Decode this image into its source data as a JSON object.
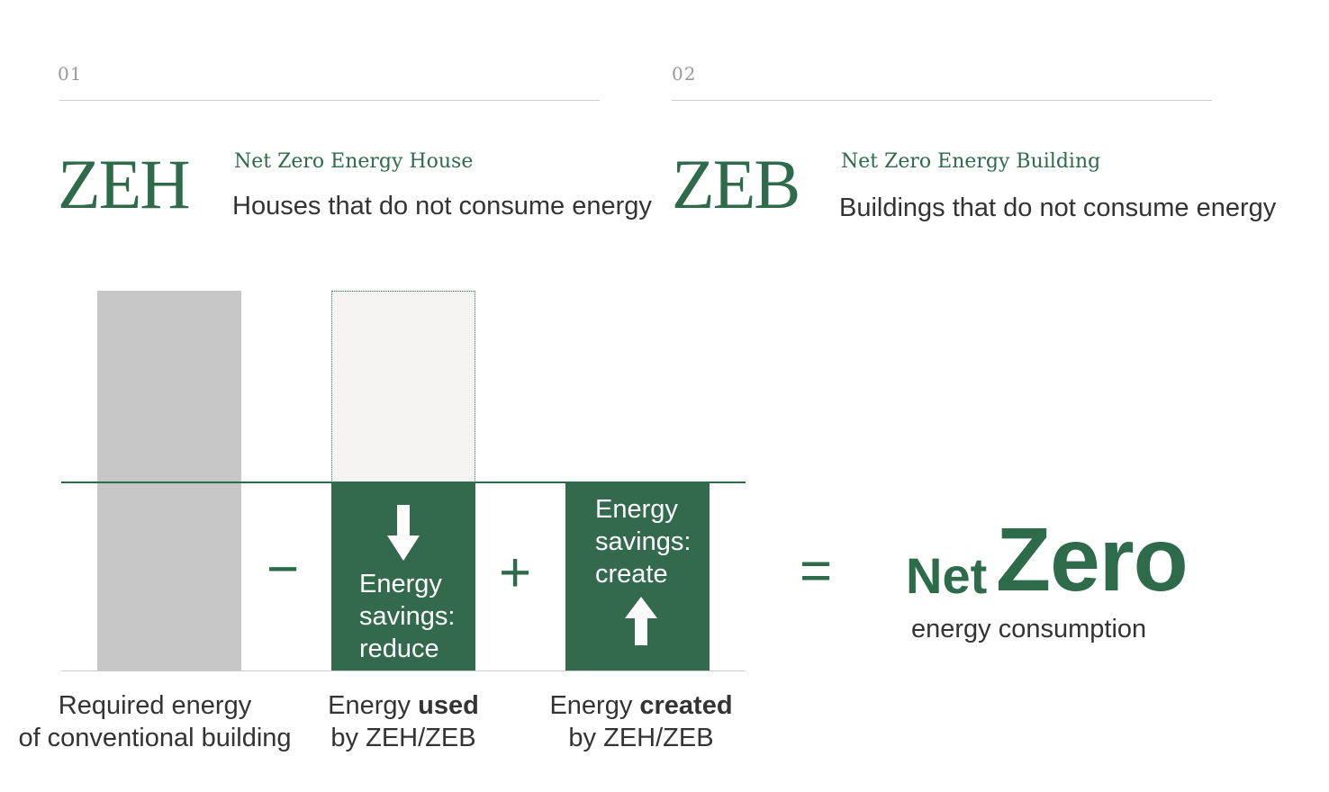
{
  "sections": [
    {
      "number": "01",
      "acronym": "ZEH",
      "full_name": "Net Zero Energy House",
      "description": "Houses that do not consume energy"
    },
    {
      "number": "02",
      "acronym": "ZEB",
      "full_name": "Net Zero Energy Building",
      "description": "Buildings that do not consume energy"
    }
  ],
  "diagram": {
    "bars": [
      {
        "label_line1": "Required energy",
        "label_line2": "of conventional building"
      },
      {
        "inner_text": [
          "Energy",
          "savings:",
          "reduce"
        ],
        "arrow": "down-arrow",
        "label_prefix": "Energy ",
        "label_bold": "used",
        "label_line2": "by ZEH/ZEB"
      },
      {
        "inner_text": [
          "Energy",
          "savings:",
          "create"
        ],
        "arrow": "up-arrow",
        "label_prefix": "Energy ",
        "label_bold": "created",
        "label_line2": "by ZEH/ZEB"
      }
    ],
    "operators": {
      "minus": "−",
      "plus": "+",
      "equals": "="
    },
    "result": {
      "net": "Net",
      "zero": "Zero",
      "caption": "energy consumption"
    }
  },
  "colors": {
    "brand_green": "#2d6b4b",
    "bar_green": "#336a4d",
    "bar_gray": "#c7c7c7",
    "ghost_fill": "#f5f4f2"
  }
}
